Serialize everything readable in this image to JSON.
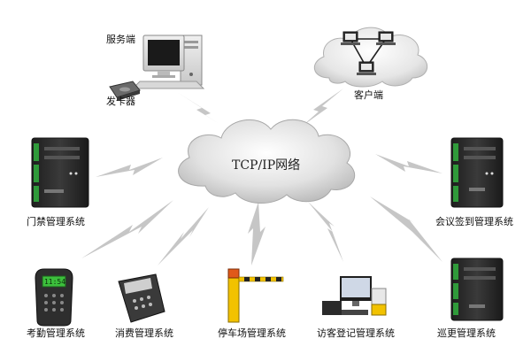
{
  "center": {
    "label": "TCP/IP网络"
  },
  "nodes": {
    "server": {
      "label": "服务端"
    },
    "card_issuer": {
      "label": "发卡器"
    },
    "client": {
      "label": "客户端"
    },
    "access_control": {
      "label": "门禁管理系统"
    },
    "meeting_checkin": {
      "label": "会议签到管理系统"
    },
    "attendance": {
      "label": "考勤管理系统"
    },
    "consumption": {
      "label": "消费管理系统"
    },
    "parking": {
      "label": "停车场管理系统"
    },
    "visitor": {
      "label": "访客登记管理系统"
    },
    "patrol": {
      "label": "巡更管理系统"
    }
  },
  "lcd": {
    "text": "11:54"
  },
  "colors": {
    "cloud_light": "#ffffff",
    "cloud_dark": "#bdbdbd",
    "bolt": "#c4c4c4",
    "controller": "#2c2c2c",
    "terminal_green": "#3cbf3c",
    "barrier_yellow": "#f2c200",
    "barrier_orange": "#e0591a"
  }
}
